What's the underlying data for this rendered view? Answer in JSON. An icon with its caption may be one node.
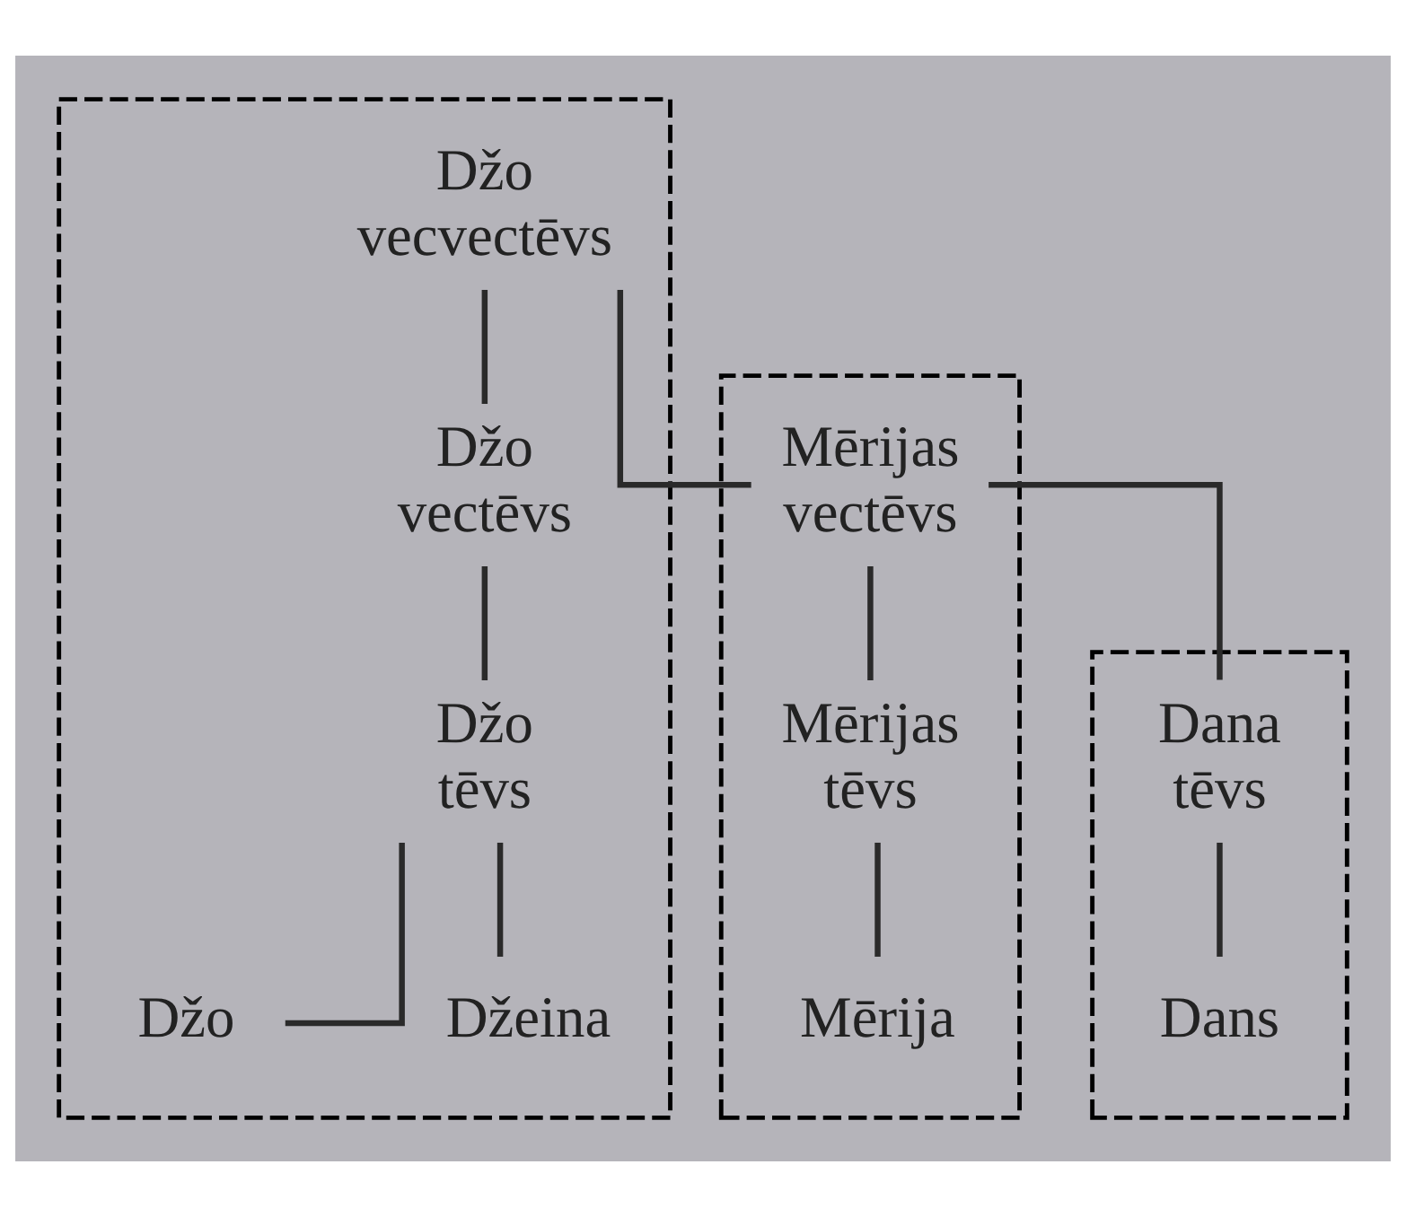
{
  "diagram": {
    "nodes": [
      {
        "text": [],
        "shape": "box"
      },
      {
        "text": [
          "Džo vecvectēvs"
        ],
        "in": 0
      },
      {
        "text": [],
        "shape": "box"
      },
      {
        "text": [
          "Mērijas vectēvs"
        ],
        "in": 2
      },
      {
        "text": [
          "Džo vectēvs"
        ],
        "in": 0
      },
      {
        "text": [],
        "shape": "box"
      },
      {
        "text": [
          "Dana tēvs"
        ],
        "in": 5
      },
      {
        "text": [
          "Mērijas tēvs"
        ],
        "in": 2
      },
      {
        "text": [
          "Džo tēvs"
        ],
        "in": 0
      },
      {
        "text": [
          "Dans"
        ],
        "in": 5
      },
      {
        "text": [
          "Mērija"
        ],
        "in": 2
      },
      {
        "text": [
          "Džo"
        ],
        "in": 0
      },
      {
        "text": [
          "Džeina"
        ],
        "in": 0
      }
    ],
    "edges": [
      {
        "from": 1,
        "to": 3,
        "arrow": "none"
      },
      {
        "from": 1,
        "to": 4,
        "arrow": "none"
      },
      {
        "from": 3,
        "to": 6,
        "arrow": "none"
      },
      {
        "from": 3,
        "to": 7,
        "arrow": "none"
      },
      {
        "from": 4,
        "to": 8,
        "arrow": "none"
      },
      {
        "from": 6,
        "to": 9,
        "arrow": "none"
      },
      {
        "from": 7,
        "to": 10,
        "arrow": "none"
      },
      {
        "from": 8,
        "to": 11,
        "arrow": "none"
      },
      {
        "from": 8,
        "to": 12,
        "arrow": "none"
      }
    ]
  }
}
